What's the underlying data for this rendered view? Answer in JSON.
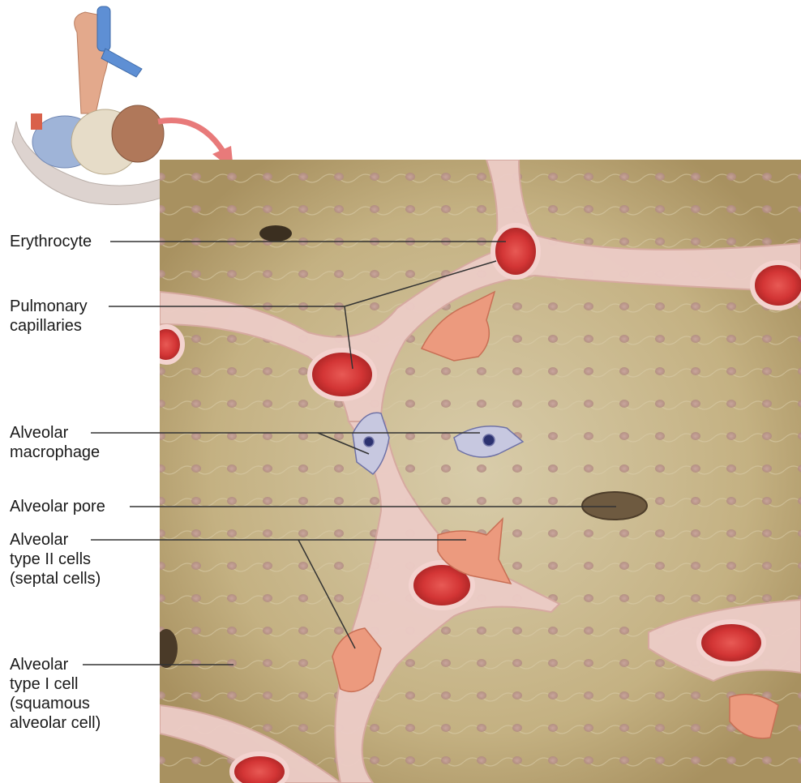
{
  "labels": {
    "erythrocyte": [
      "Erythrocyte"
    ],
    "pulmonary_capillaries": [
      "Pulmonary",
      "capillaries"
    ],
    "alveolar_macrophage": [
      "Alveolar",
      "macrophage"
    ],
    "alveolar_pore": [
      "Alveolar pore"
    ],
    "type_ii_cells": [
      "Alveolar",
      "type II cells",
      "(septal cells)"
    ],
    "type_i_cell": [
      "Alveolar",
      "type I cell",
      "(squamous",
      "alveolar cell)"
    ]
  },
  "colors": {
    "alveolar_wall": "#c9b98e",
    "septum": "#ecc9c3",
    "erythrocyte": "#d83a3a",
    "leader_line": "#333333"
  }
}
